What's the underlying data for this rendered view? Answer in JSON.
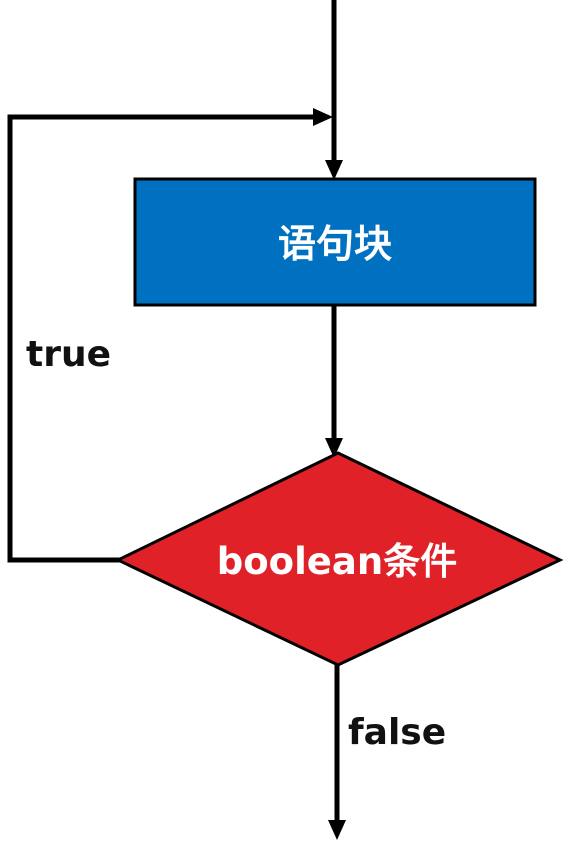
{
  "nodes": {
    "process": {
      "label": "语句块",
      "fill": "#0070c0"
    },
    "decision": {
      "label": "boolean条件",
      "fill": "#e02127"
    }
  },
  "edges": {
    "loop_label": "true",
    "exit_label": "false"
  },
  "colors": {
    "line": "#000000",
    "stroke": "#000000",
    "text_on_shape": "#ffffff"
  }
}
